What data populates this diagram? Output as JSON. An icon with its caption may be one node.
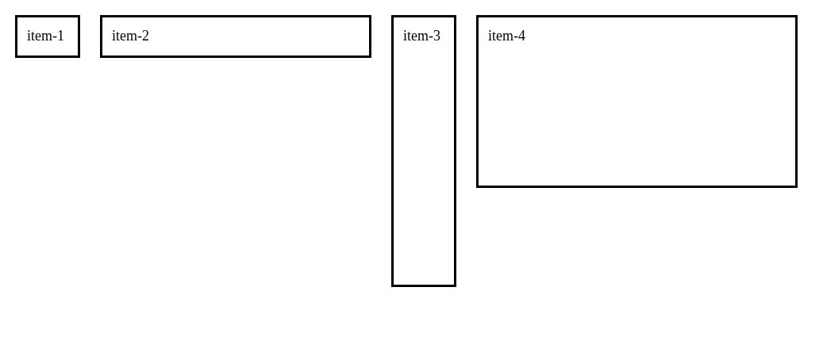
{
  "diagram": {
    "nodes": [
      {
        "text": [
          "item-1"
        ]
      },
      {
        "text": [
          "item-2"
        ]
      },
      {
        "text": [
          "item-3"
        ]
      },
      {
        "text": [
          "item-4"
        ]
      }
    ]
  }
}
